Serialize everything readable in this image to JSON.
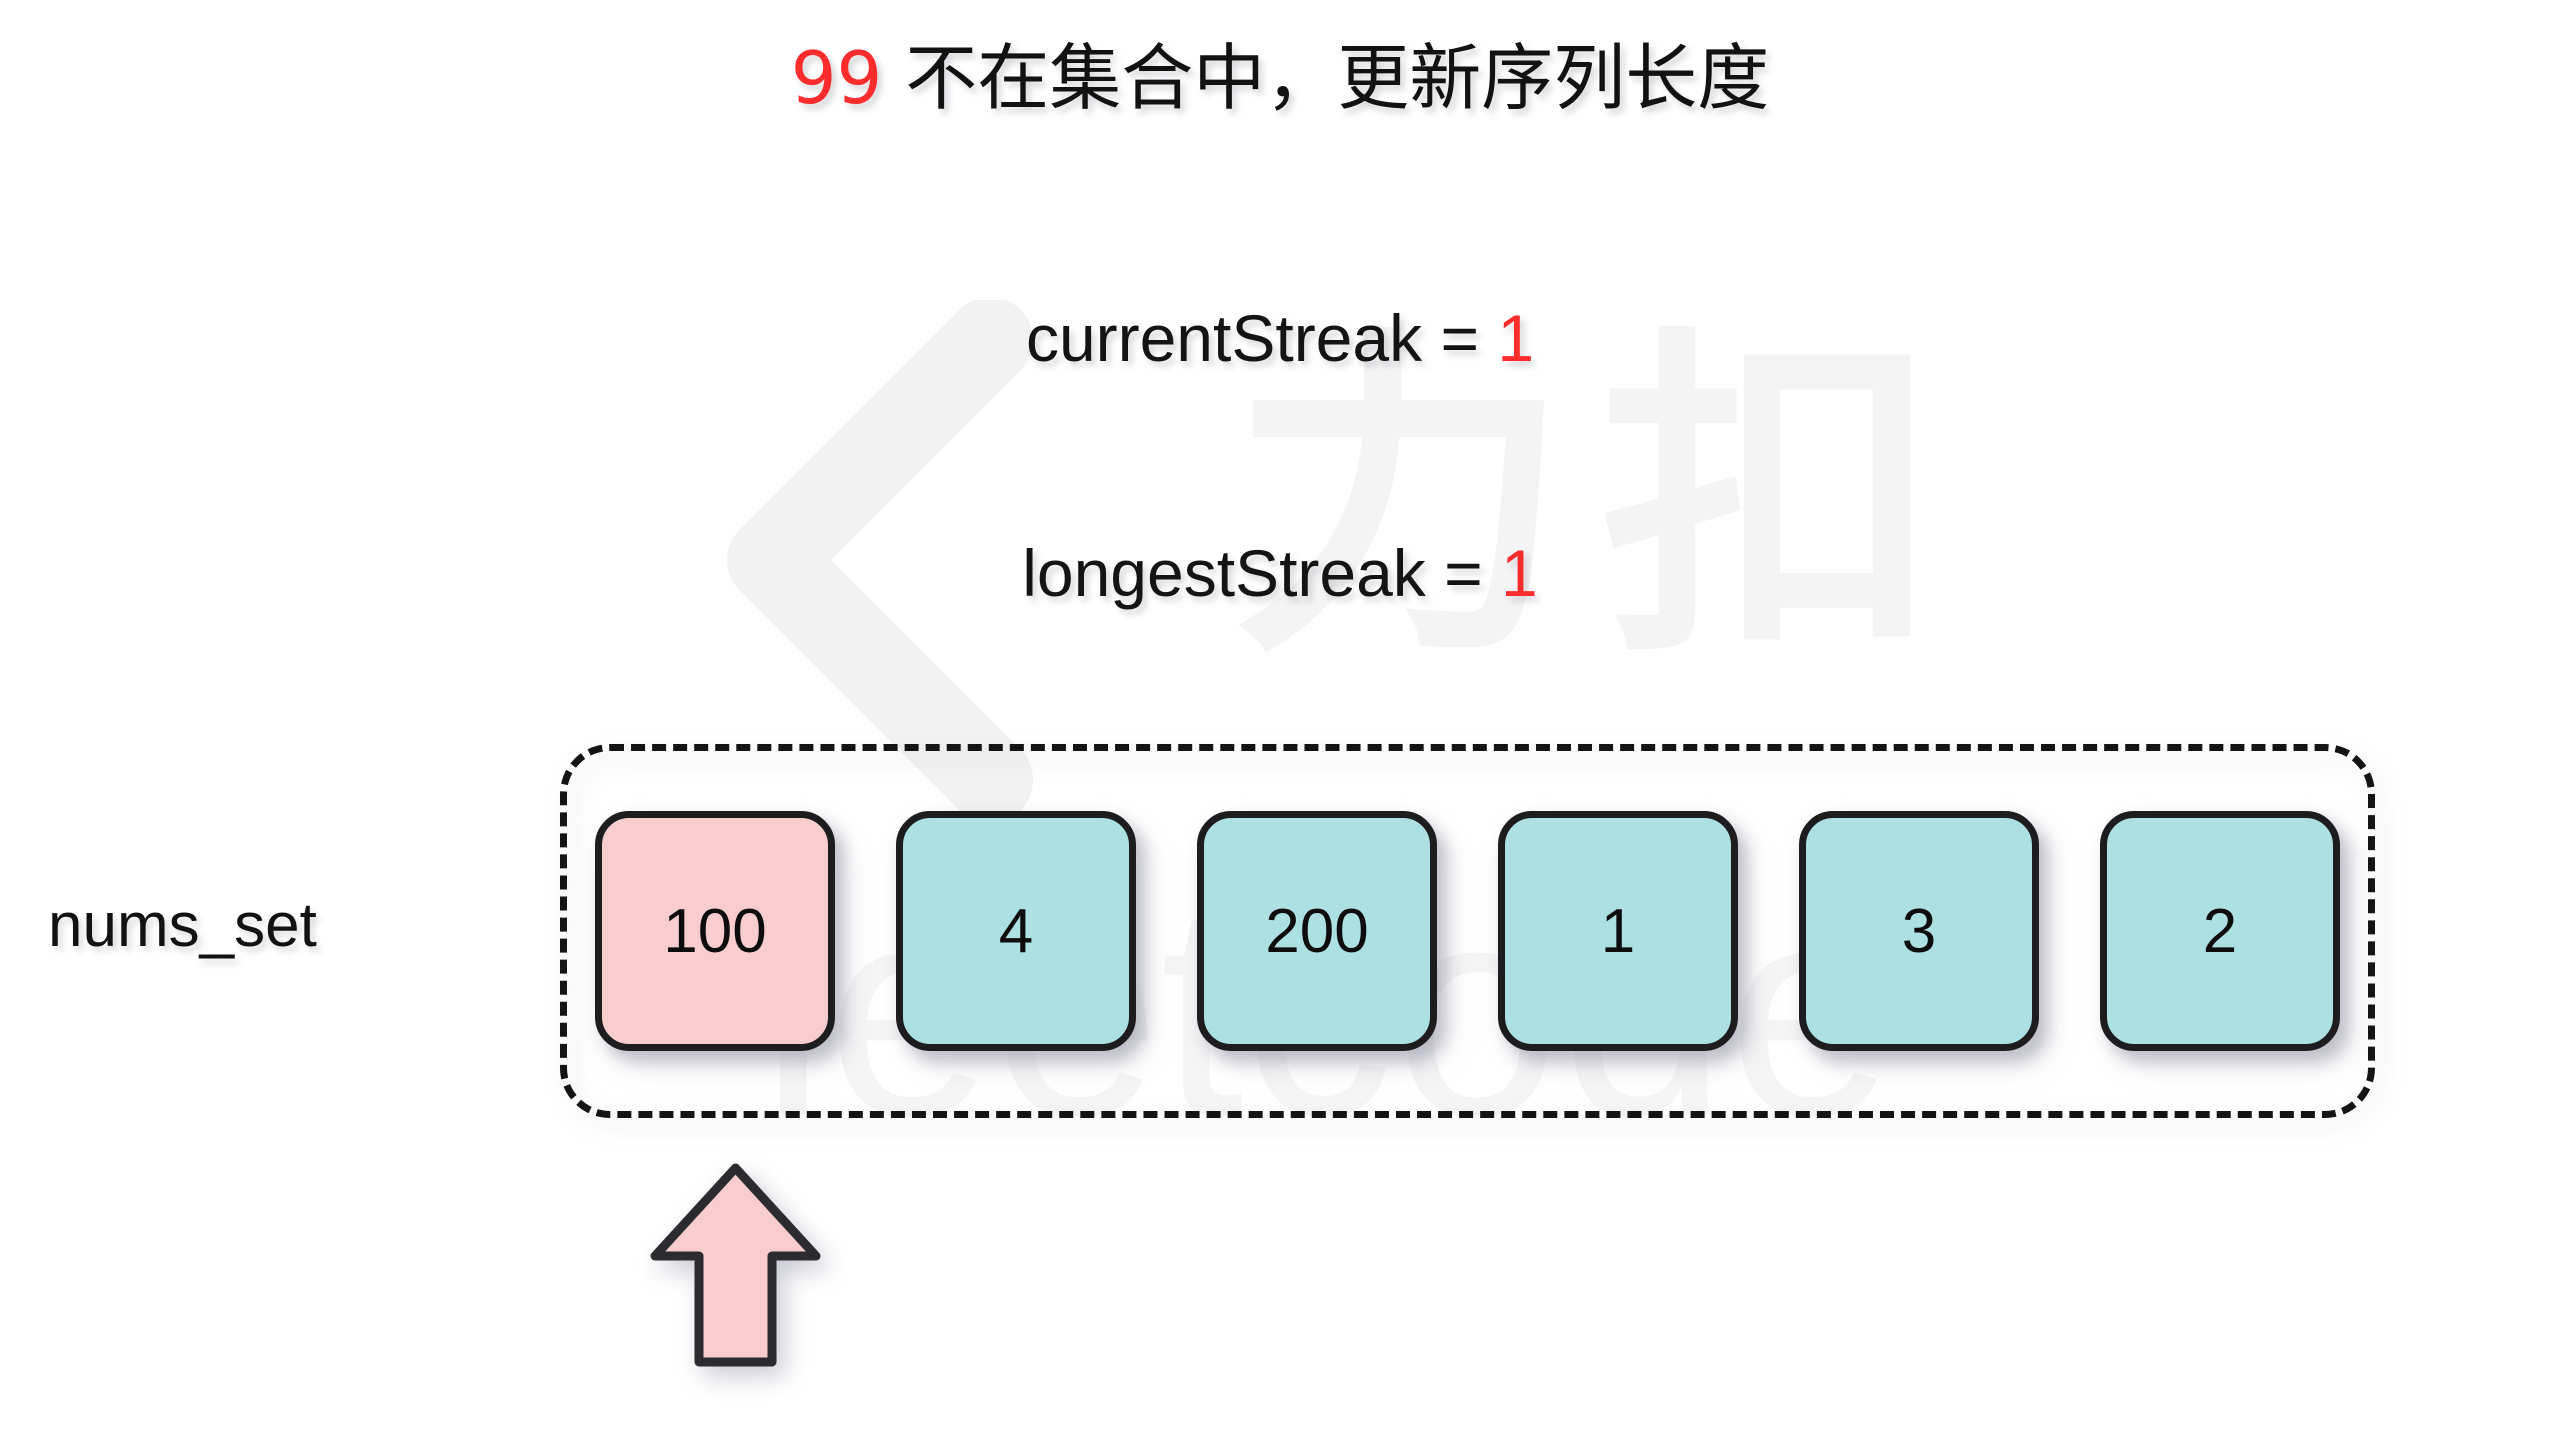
{
  "headline": {
    "value": "99",
    "text": " 不在集合中，更新序列长度"
  },
  "streaks": [
    {
      "name": "currentStreak",
      "equals": " = ",
      "value": "1"
    },
    {
      "name": "longestStreak",
      "equals": " = ",
      "value": "1"
    }
  ],
  "set": {
    "label": "nums_set",
    "cells": [
      {
        "value": "100",
        "state": "highlight"
      },
      {
        "value": "4",
        "state": "normal"
      },
      {
        "value": "200",
        "state": "normal"
      },
      {
        "value": "1",
        "state": "normal"
      },
      {
        "value": "3",
        "state": "normal"
      },
      {
        "value": "2",
        "state": "normal"
      }
    ]
  },
  "pointer": {
    "target_index": 0,
    "direction": "up"
  },
  "watermark": {
    "cjk": "力扣",
    "word": "leetcode"
  },
  "colors": {
    "highlight_fill": "#f9cdcd",
    "normal_fill": "#ade0e3",
    "accent_red": "#fb2c2c",
    "outline": "#1d1d1f",
    "background": "#ffffff",
    "watermark": "#f5f5f6"
  }
}
